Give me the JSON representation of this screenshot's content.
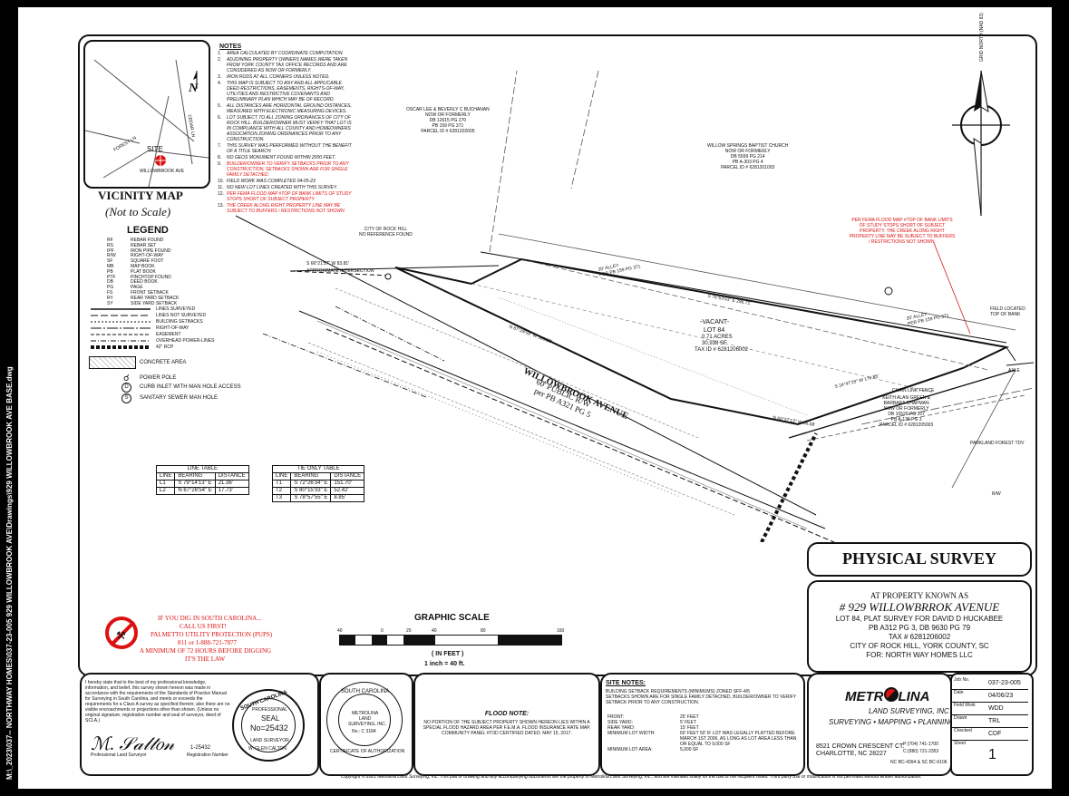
{
  "side_path": "M:\\_2023\\037-- NORTHWAY HOMES\\037-23-005 929 WILLOWBROOK AVE\\Drawings\\929 WILLOWBROOK AVE BASE.dwg",
  "vicinity": {
    "north": "N",
    "site": "SITE",
    "roads": [
      "WILLOWBROOK AVE",
      "CEDAR LN",
      "FOREST LN"
    ],
    "title": "VICINITY MAP",
    "subtitle": "(Not to Scale)"
  },
  "legend": {
    "title": "LEGEND",
    "abbr": [
      [
        "RF",
        "REBAR FOUND"
      ],
      [
        "RS",
        "REBAR SET"
      ],
      [
        "IPF",
        "IRON PIPE FOUND"
      ],
      [
        "R/W",
        "RIGHT-OF-WAY"
      ],
      [
        "SF",
        "SQUARE FOOT"
      ],
      [
        "MB",
        "MAP BOOK"
      ],
      [
        "PB",
        "PLAT BOOK"
      ],
      [
        "PTF",
        "PINCHTOP FOUND"
      ],
      [
        "DB",
        "DEED BOOK"
      ],
      [
        "PG",
        "PAGE"
      ],
      [
        "FS",
        "FRONT SETBACK"
      ],
      [
        "RY",
        "REAR YARD SETBACK"
      ],
      [
        "SY",
        "SIDE YARD SETBACK"
      ]
    ],
    "lines": [
      "LINES SURVEYED",
      "LINES NOT SURVEYED",
      "BUILDING SETBACKS",
      "RIGHT-OF-WAY",
      "EASEMENT",
      "OVERHEAD POWER-LINES",
      "42\" RCP"
    ],
    "concrete": "CONCRETE AREA",
    "symbols": [
      "POWER POLE",
      "CURB INLET WITH MAN HOLE ACCESS",
      "SANITARY SEWER MAN HOLE"
    ]
  },
  "notes": {
    "title": "NOTES",
    "items": [
      {
        "n": "1.",
        "t": "AREA CALCULATED BY COORDINATE COMPUTATION.",
        "red": false
      },
      {
        "n": "2.",
        "t": "ADJOINING PROPERTY OWNERS NAMES WERE TAKEN FROM YORK COUNTY TAX OFFICE RECORDS AND ARE CONSIDERED AS NOW OR FORMERLY.",
        "red": false
      },
      {
        "n": "3.",
        "t": "IRON RODS AT ALL CORNERS UNLESS NOTED.",
        "red": false
      },
      {
        "n": "4.",
        "t": "THIS MAP IS SUBJECT TO ANY AND ALL APPLICABLE DEED RESTRICTIONS, EASEMENTS, RIGHTS-OF-WAY, UTILITIES AND RESTRICTIVE COVENANTS AND PRELIMINARY PLAN WHICH MAY BE OF RECORD.",
        "red": false
      },
      {
        "n": "5.",
        "t": "ALL DISTANCES ARE HORIZONTAL GROUND DISTANCES, MEASURED WITH ELECTRONIC MEASURING DEVICES.",
        "red": false
      },
      {
        "n": "6.",
        "t": "LOT SUBJECT TO ALL ZONING ORDINANCES OF CITY OF ROCK HILL. BUILDER/OWNER MUST VERIFY THAT LOT IS IN COMPLIANCE WITH ALL COUNTY AND HOMEOWNERS ASSOCIATION ZONING ORDINANCES PRIOR TO ANY CONSTRUCTION.",
        "red": false
      },
      {
        "n": "7.",
        "t": "THIS SURVEY WAS PERFORMED WITHOUT THE BENEFIT OF A TITLE SEARCH.",
        "red": false
      },
      {
        "n": "8.",
        "t": "NO GEOS MONUMENT FOUND WITHIN 2000 FEET.",
        "red": false
      },
      {
        "n": "9.",
        "t": "BUILDER/OWNER TO VERIFY SETBACKS PRIOR TO ANY CONSTRUCTION, SETBACKS SHOWN ARE FOR SINGLE FAMILY DETACHED.",
        "red": true
      },
      {
        "n": "10.",
        "t": "FIELD WORK WAS COMPLETED 04-05-23",
        "red": false
      },
      {
        "n": "11.",
        "t": "NO NEW LOT LINES CREATED WITH THIS SURVEY.",
        "red": false
      },
      {
        "n": "12.",
        "t": "PER FEMA FLOOD MAP #TOP OF BANK LIMITS OF STUDY STOPS SHORT OF SUBJECT PROPERTY.",
        "red": true
      },
      {
        "n": "13.",
        "t": "THE CREEK ALONG RIGHT PROPERTY LINE MAY BE SUBJECT TO BUFFERS / RESTRICTIONS NOT SHOWN.",
        "red": true
      }
    ]
  },
  "plat": {
    "adjoiner_top": "OSCAR LEE & BEVERLY C BUCHANAN\nNOW OR FORMERLY\nDB 12615 PG 270\nPB 159 PG 371\nPARCEL ID # 6281202005",
    "adjoiner_right": "WILLOW SPRINGS BAPTIST CHURCH\nNOW OR FORMERLY\nDB 5599 PG 214\nPB A-303 PG 4\nPARCEL ID # 6281201003",
    "adjoiner_bottom": "KEITH ALAN GREEN &\nBARBARA CHAPMAN\nNOW OR FORMERLY\nDB 10520 PG 107\nPB A-136 PG 3\nPARCEL ID # 6281205003",
    "city_note": "CITY OF ROCK HILL\nNO REFERENCE FOUND",
    "alley": "20' ALLEY\nPER PB 159 PG 371",
    "alley2": "20' ALLEY\nPER PB 159 PG 371",
    "lot_vacant": "-VACANT-",
    "lot_no": "LOT 84",
    "lot_acres": "0.71 ACRES",
    "lot_sf": "30,938 SF",
    "lot_tax": "TAX ID # 6281206002",
    "street": "WILLOWBROOK AVENUE",
    "street_rw": "60' PUBLIC R/W",
    "street_pb": "per PB A321 PG 5",
    "approx_int": "APPROXIMATE INTERSECTION",
    "bearing_top": "S 76°53'53\" E  286.71'",
    "bearing_west": "S 66°21'57\" W  83.81'",
    "bearing_front": "N 67°28'58\" W  388.28'",
    "bearing_front2": "N 66°37'13\" W  86.58'",
    "bearing_side": "S 24°47'29\" W  170.85'",
    "red_note": "PER FEMA FLOOD MAP #TOP OF BANK LIMITS OF STUDY STOPS SHORT OF SUBJECT PROPERTY. THE CREEK ALONG RIGHT PROPERTY LINE MAY BE SUBJECT TO BUFFERS / RESTRICTIONS NOT SHOWN.",
    "field_note": "FIELD LOCATED TOP OF BANK",
    "fence": "CHAIN LINK FENCE",
    "parkland": "PARKLAND FOREST TDV",
    "rw": "R/W",
    "axle": "AXLE",
    "north_small": "GRID NORTH (NAD 83)"
  },
  "line_table": {
    "title": "LINE TABLE",
    "headers": [
      "LINE",
      "BEARING",
      "DISTANCE"
    ],
    "rows": [
      [
        "L1",
        "S 79°14'13\" E",
        "21.36'"
      ],
      [
        "L2",
        "N 67°26'54\" E",
        "17.73'"
      ]
    ]
  },
  "tie_table": {
    "title": "TIE ONLY TABLE",
    "headers": [
      "LINE",
      "BEARING",
      "DISTANCE"
    ],
    "rows": [
      [
        "T1",
        "S 72°26'34\" E",
        "151.70'"
      ],
      [
        "T2",
        "S 80°15'33\" E",
        "52.42'"
      ],
      [
        "T3",
        "S 78°57'55\" E",
        "8.85'"
      ]
    ]
  },
  "utility": {
    "l1": "IF YOU DIG IN SOUTH CAROLINA...",
    "l2": "CALL US FIRST!",
    "l3": "PALMETTO UTILITY PROTECTION (PUPS)",
    "l4": "811 or 1-888-721-7877",
    "l5": "A MINIMUM OF 72 HOURS BEFORE DIGGING",
    "l6": "IT'S THE LAW"
  },
  "scale": {
    "title": "GRAPHIC SCALE",
    "ticks": [
      "40",
      "0",
      "20",
      "40",
      "80",
      "160"
    ],
    "unit": "( IN FEET )",
    "ratio": "1 inch = 40  ft."
  },
  "title_block": {
    "title": "PHYSICAL SURVEY"
  },
  "property": {
    "at": "AT PROPERTY KNOWN AS",
    "addr": "# 929 WILLOWBRROK AVENUE",
    "l1": "LOT 84, PLAT SURVEY FOR DAVID D HUCKABEE",
    "l2": "PB A312 PG 3, DB 9630 PG 79",
    "l3": "TAX # 6281206002",
    "l4": "CITY OF ROCK HILL, YORK COUNTY, SC",
    "l5": "FOR: NORTH WAY HOMES LLC"
  },
  "cert": {
    "text": "I hereby state that to the best of my professional knowledge, information, and belief, this survey shown hereon was made in accordance with the requirements of the Standards of Practice Manual for Surveying in South Carolina, and meets or exceeds the requirements for a Class A survey as specified therein; also there are no visible encroachments or projections other than shown. (Unless no original signature, registration number and seal of surveyor, deed of SCLA.)",
    "reg": "1-25432",
    "sig_label": "Professional Land Surveyor",
    "reg_label": "Registration Number"
  },
  "seal": {
    "state": "SOUTH CAROLINA",
    "prof": "PROFESSIONAL",
    "seal": "SEAL",
    "no": "No=25432",
    "name": "W. GLEN CALTON",
    "surv": "LAND SURVEYOR"
  },
  "coa": {
    "ring1": "SOUTH CAROLINA",
    "ring2": "CERTIFICATE OF AUTHORIZATION",
    "c1": "METROLINA",
    "c2": "LAND",
    "c3": "SURVEYING, INC.",
    "c4": "No.: C 3184"
  },
  "flood": {
    "title": "FLOOD NOTE:",
    "text": "NO PORTION OF THE SUBJECT PROPERTY SHOWN HEREON LIES WITHIN A SPECIAL FLOOD HAZARD AREA PER F.E.M.A. FLOOD INSURANCE RATE MAP, COMMUNITY PANEL #TOD CERTIFIED DATED: MAY 15, 2017."
  },
  "site_notes": {
    "title": "SITE NOTES:",
    "intro": "BUILDING SETBACK REQUIREMENTS (MINIMUMS) ZONED SFF-4/5\nSETBACKS SHOWN ARE FOR SINGLE FAMILY DETACHED, BUILDER/OWNER TO VERIFY SETBACK PRIOR TO ANY CONSTRUCTION.",
    "rows": [
      [
        "FRONT:",
        "25' FEET"
      ],
      [
        "SIDE YARD:",
        "5' FEET"
      ],
      [
        "REAR YARD:",
        "15' FEET"
      ],
      [
        "MINIMUM LOT WIDTH:",
        "60' FEET 50' IF LOT WAS LEGALLY PLATTED BEFORE MARCH 1ST 2006, AS LONG AS LOT AREA LESS THAN OR EQUAL TO 9,000 SF"
      ],
      [
        "MINIMUM LOT AREA:",
        "5,000 SF"
      ]
    ]
  },
  "company": {
    "name_a": "METR",
    "name_b": "LINA",
    "sub": "LAND SURVEYING, INC",
    "services": "SURVEYING • MAPPING • PLANNING",
    "addr1": "8521 CROWN CRESCENT CT.",
    "addr2": "CHARLOTTE, NC 28227",
    "phone1": "P:(704) 741-1700",
    "phone2": "C:(980) 721-2353",
    "lic": "NC BC-4394 & SC BC-6106"
  },
  "info": [
    {
      "k": "Job No.",
      "v": "037-23-005"
    },
    {
      "k": "Date",
      "v": "04/06/23"
    },
    {
      "k": "Field Work",
      "v": "WDD"
    },
    {
      "k": "Drawn",
      "v": "TRL"
    },
    {
      "k": "Checked",
      "v": "CDF"
    },
    {
      "k": "Sheet",
      "v": "1"
    }
  ],
  "copyright": "Copyright © 2021 Metrolina Land Surveying, Inc. This plat or drawing and any accompanying documents are the property of Metrolina Land Surveying, Inc., and are intended solely for the use of the recipient noted. Third party use or modification is not permitted without written authorization."
}
